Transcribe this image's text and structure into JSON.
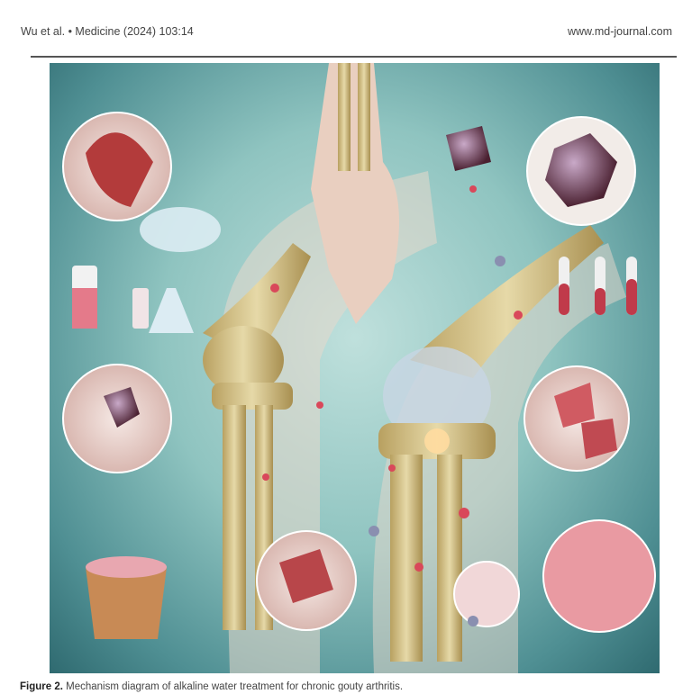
{
  "header": {
    "left": "Wu et al. • Medicine (2024) 103:14",
    "right": "www.md-journal.com"
  },
  "figure": {
    "caption_label": "Figure 2.",
    "caption_text": " Mechanism diagram of alkaline water treatment for chronic gouty arthritis."
  }
}
